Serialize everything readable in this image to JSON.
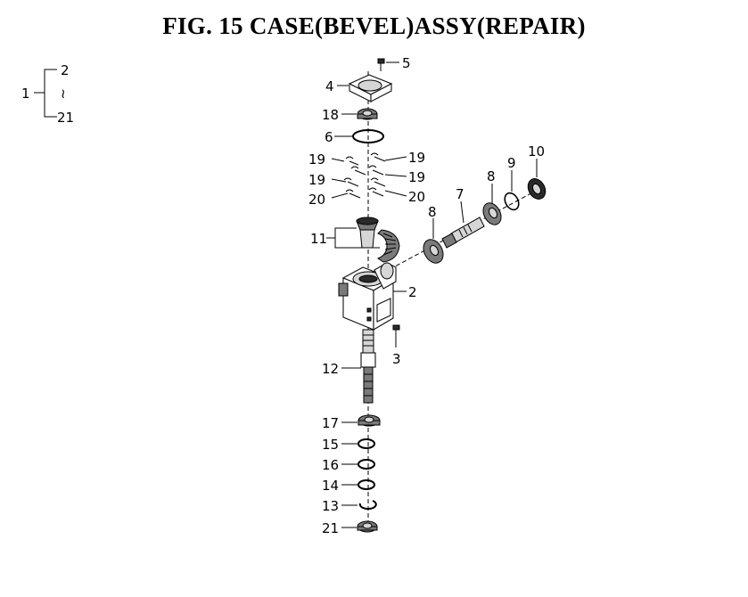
{
  "title": "FIG. 15  CASE(BEVEL)ASSY(REPAIR)",
  "legend": {
    "parent": "1",
    "first": "2",
    "range_mark": "≀",
    "last": "21"
  },
  "callouts": {
    "p1": "5",
    "p2": "4",
    "p3": "18",
    "p4": "6",
    "p5": "19",
    "p6": "19",
    "p7": "19",
    "p8": "19",
    "p9": "20",
    "p10": "20",
    "p11": "10",
    "p12": "9",
    "p13": "8",
    "p14": "7",
    "p15": "8",
    "p16": "11",
    "p17": "2",
    "p18": "3",
    "p19": "12",
    "p20": "17",
    "p21": "15",
    "p22": "16",
    "p23": "14",
    "p24": "13",
    "p25": "21"
  }
}
